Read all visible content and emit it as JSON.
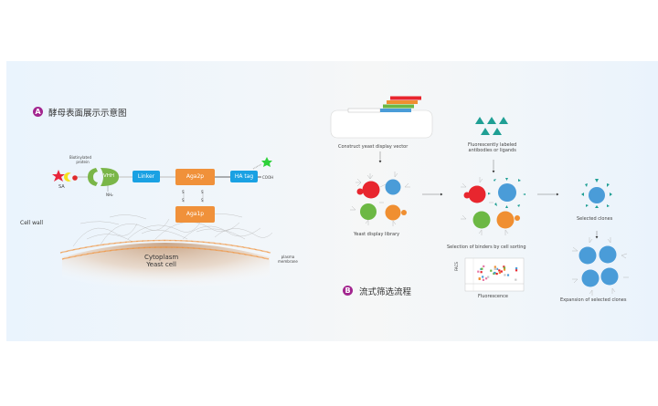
{
  "panel_a": {
    "badge": "A",
    "title": "酵母表面展示示意图",
    "labels": {
      "biotinylated_protein_line1": "Biotinylated",
      "biotinylated_protein_line2": "protein",
      "sa": "SA",
      "vhh": "VHH",
      "nh2": "NH₂",
      "linker": "Linker",
      "aga2p": "Aga2p",
      "aga1p": "Aga1p",
      "ha_tag": "HA tag",
      "cooh": "COOH",
      "disulfide_s": "S",
      "cell_wall": "Cell wall",
      "cytoplasm": "Cytoplasm",
      "yeast_cell": "Yeast  cell",
      "plasma_line1": "plasma",
      "plasma_line2": "membrane"
    },
    "colors": {
      "orange": "#f0913a",
      "blue": "#1aa1e3",
      "green": "#7ab648",
      "red_star": "#e8253b",
      "yellow": "#f5e11c",
      "green_star": "#2ed13a"
    }
  },
  "panel_b": {
    "badge": "B",
    "title": "流式筛选流程",
    "steps": {
      "vector": "Construct yeast display vector",
      "library": "Yeast display library",
      "antibodies_line1": "Fluorescently labeled",
      "antibodies_line2": "antibodies or ligands",
      "selection": "Selection of binders by cell sorting",
      "facs_axis_y": "FACS",
      "facs_axis_x": "Fluorescence",
      "selected": "Selected clones",
      "expansion": "Expansion of selected clones"
    },
    "colors": {
      "red": "#e8262e",
      "blue": "#4a9cd8",
      "green": "#6cb844",
      "orange": "#f08f31",
      "teal": "#1f9f94",
      "badge": "#a3268f"
    }
  }
}
